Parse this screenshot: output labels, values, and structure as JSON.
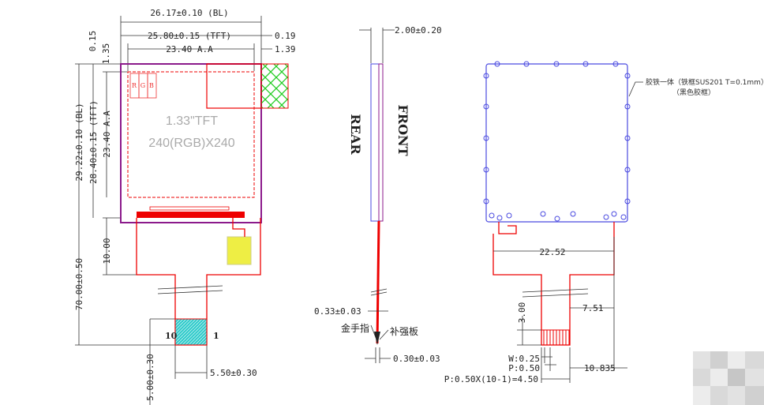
{
  "front_view": {
    "dim_bl_width": "26.17±0.10 (BL)",
    "dim_tft_width": "25.80±0.15 (TFT)",
    "dim_aa_width": "23.40 A.A",
    "dim_right_offset_1": "0.19",
    "dim_right_offset_2": "1.39",
    "dim_top_offset_1": "0.15",
    "dim_top_offset_2": "1.35",
    "dim_bl_height": "29.22±0.10 (BL)",
    "dim_tft_height": "28.40±0.15 (TFT)",
    "dim_aa_height": "23.40 A.A",
    "dim_fpc_10": "10.00",
    "dim_total_height": "70.00±0.50",
    "dim_connector_height": "5.00±0.30",
    "dim_connector_width": "5.50±0.30",
    "display_size": "1.33\"TFT",
    "resolution": "240(RGB)X240",
    "rgb": [
      "R",
      "G",
      "B"
    ],
    "pin_left": "10",
    "pin_right": "1"
  },
  "side_view": {
    "dim_thickness": "2.00±0.20",
    "rear_label": "REAR",
    "front_label": "FRONT",
    "dim_fpc_thickness": "0.33±0.03",
    "gold_finger_label": "金手指",
    "stiffener_label": "补强板",
    "dim_stiffener": "0.30±0.03"
  },
  "rear_view": {
    "frame_note_1": "胶铁一体（铁框SUS201 T=0.1mm）",
    "frame_note_2": "（黑色胶框）",
    "dim_fpc_width": "22.52",
    "dim_offset": "7.51",
    "dim_finger_length": "3.00",
    "dim_pin_width": "W:0.25",
    "dim_pitch": "P:0.50",
    "dim_total_pitch": "P:0.50X(10-1)=4.50",
    "dim_right_offset": "10.835"
  },
  "colors": {
    "outline": "#8b1a8b",
    "fpc": "#e00000",
    "frame": "#4a4ae0",
    "hatch": "#22cc22",
    "connector": "#33cccc",
    "component": "#eeee44"
  }
}
